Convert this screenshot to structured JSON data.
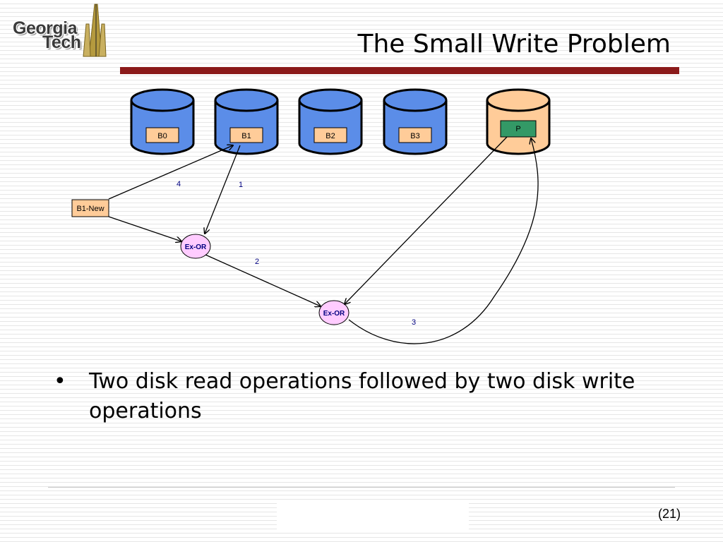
{
  "logo": {
    "line1": "Georgia",
    "line2": "Tech"
  },
  "title": "The Small Write Problem",
  "diagram": {
    "disks": [
      {
        "label": "B0",
        "color": "#5b8de8",
        "box_color": "#ffcc99"
      },
      {
        "label": "B1",
        "color": "#5b8de8",
        "box_color": "#ffcc99"
      },
      {
        "label": "B2",
        "color": "#5b8de8",
        "box_color": "#ffcc99"
      },
      {
        "label": "B3",
        "color": "#5b8de8",
        "box_color": "#ffcc99"
      },
      {
        "label": "P",
        "color": "#ffcc99",
        "box_color": "#339966"
      }
    ],
    "new_block": "B1-New",
    "xor_nodes": [
      "Ex-OR",
      "Ex-OR"
    ],
    "step_labels": [
      "4",
      "1",
      "2",
      "3"
    ]
  },
  "bullets": [
    "Two disk read operations followed by two disk write operations"
  ],
  "page_number": "(21)"
}
